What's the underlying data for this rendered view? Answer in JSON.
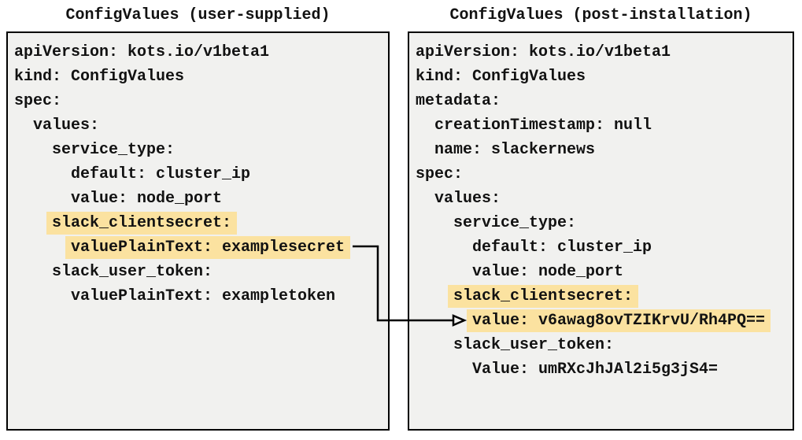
{
  "diagram": {
    "left_panel": {
      "title": "ConfigValues (user-supplied)",
      "lines": [
        {
          "text": "apiVersion: kots.io/v1beta1",
          "indent": 0,
          "highlight": false
        },
        {
          "text": "kind: ConfigValues",
          "indent": 0,
          "highlight": false
        },
        {
          "text": "spec:",
          "indent": 0,
          "highlight": false
        },
        {
          "text": "values:",
          "indent": 1,
          "highlight": false
        },
        {
          "text": "service_type:",
          "indent": 2,
          "highlight": false
        },
        {
          "text": "default: cluster_ip",
          "indent": 3,
          "highlight": false
        },
        {
          "text": "value: node_port",
          "indent": 3,
          "highlight": false
        },
        {
          "text": "slack_clientsecret:",
          "indent": 2,
          "highlight": true
        },
        {
          "text": "valuePlainText: examplesecret",
          "indent": 3,
          "highlight": true
        },
        {
          "text": "slack_user_token:",
          "indent": 2,
          "highlight": false
        },
        {
          "text": "valuePlainText: exampletoken",
          "indent": 3,
          "highlight": false
        }
      ]
    },
    "right_panel": {
      "title": "ConfigValues (post-installation)",
      "lines": [
        {
          "text": "apiVersion: kots.io/v1beta1",
          "indent": 0,
          "highlight": false
        },
        {
          "text": "kind: ConfigValues",
          "indent": 0,
          "highlight": false
        },
        {
          "text": "metadata:",
          "indent": 0,
          "highlight": false
        },
        {
          "text": "creationTimestamp: null",
          "indent": 1,
          "highlight": false
        },
        {
          "text": "name: slackernews",
          "indent": 1,
          "highlight": false
        },
        {
          "text": "spec:",
          "indent": 0,
          "highlight": false
        },
        {
          "text": "values:",
          "indent": 1,
          "highlight": false
        },
        {
          "text": "service_type:",
          "indent": 2,
          "highlight": false
        },
        {
          "text": "default: cluster_ip",
          "indent": 3,
          "highlight": false
        },
        {
          "text": "value: node_port",
          "indent": 3,
          "highlight": false
        },
        {
          "text": "slack_clientsecret:",
          "indent": 2,
          "highlight": true
        },
        {
          "text": "value: v6awag8ovTZIKrvU/Rh4PQ==",
          "indent": 3,
          "highlight": true
        },
        {
          "text": "slack_user_token:",
          "indent": 2,
          "highlight": false
        },
        {
          "text": "Value: umRXcJhJAl2i5g3jS4=",
          "indent": 3,
          "highlight": false
        }
      ]
    },
    "connector": {
      "from": "valuePlainText: examplesecret",
      "to": "value: v6awag8ovTZIKrvU/Rh4PQ=="
    },
    "colors": {
      "highlight": "#FBE2A0",
      "panel_bg": "#F1F1EF",
      "panel_border": "#000000",
      "text": "#121212",
      "arrow": "#000000"
    }
  }
}
